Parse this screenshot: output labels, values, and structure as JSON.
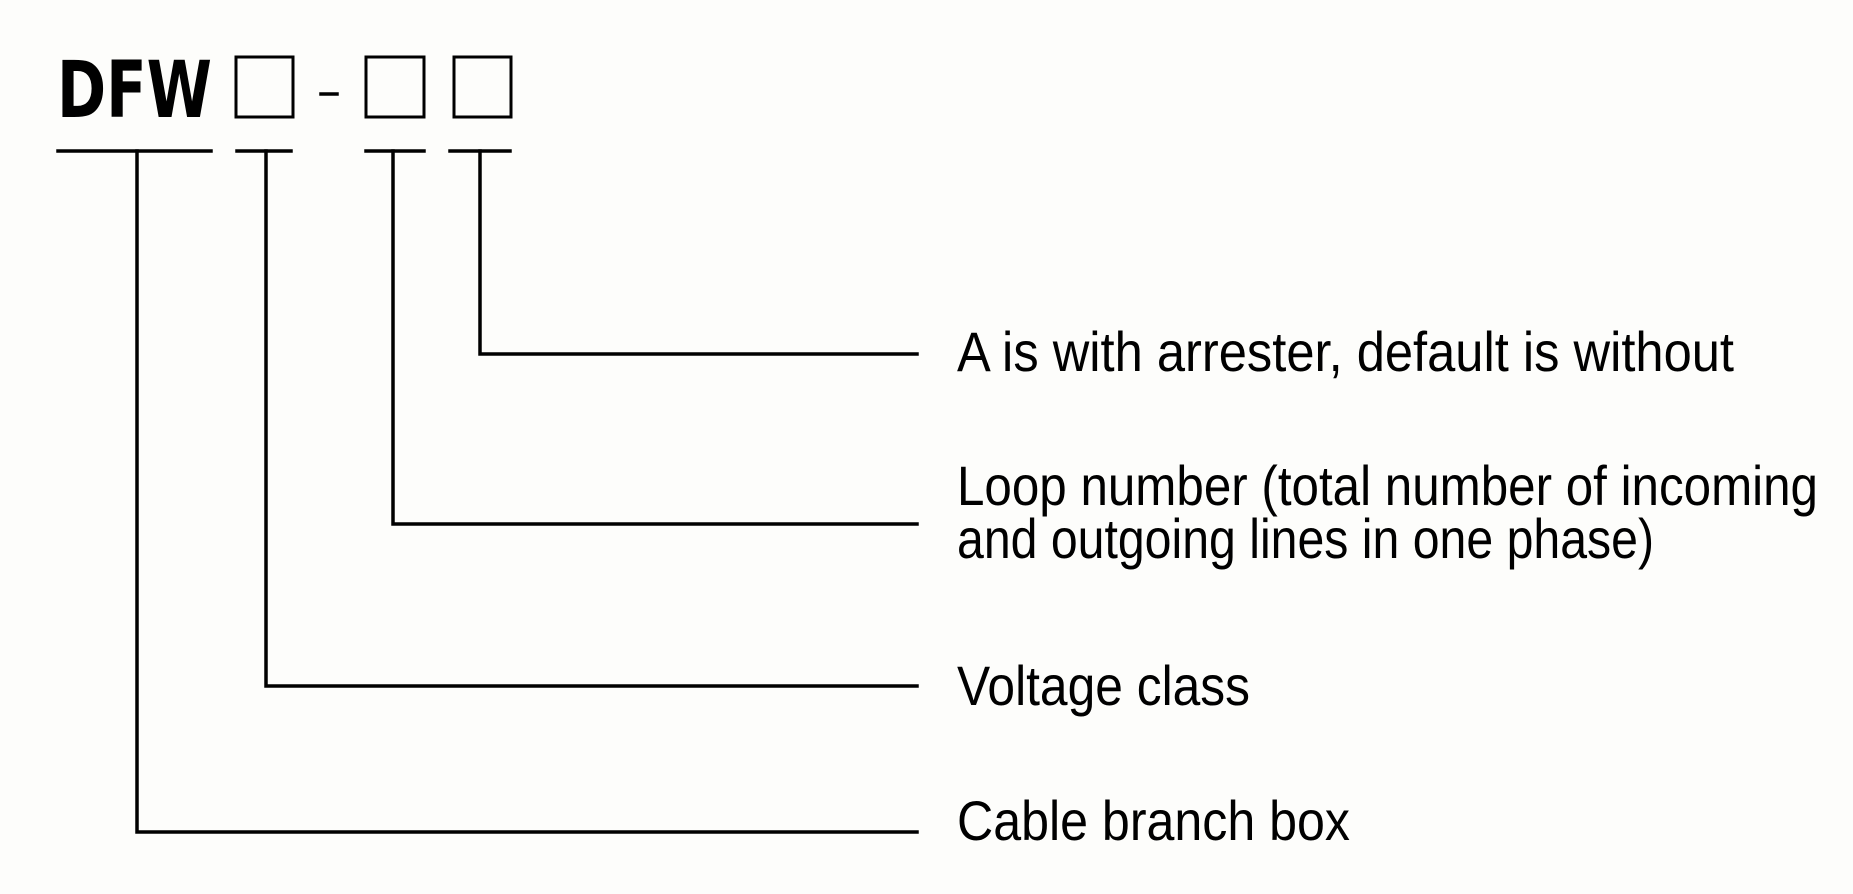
{
  "diagram": {
    "type": "model-code-breakdown",
    "code": {
      "prefix": "DFW",
      "separator": "-",
      "placeholder_icon": "empty-square",
      "segments": [
        "prefix",
        "placeholder-1",
        "separator",
        "placeholder-2",
        "placeholder-3"
      ]
    },
    "labels": [
      {
        "target": "placeholder-3",
        "lines": [
          "A is with arrester, default is without"
        ]
      },
      {
        "target": "placeholder-2",
        "lines": [
          "Loop number (total number of incoming",
          "and outgoing lines in one phase)"
        ]
      },
      {
        "target": "placeholder-1",
        "lines": [
          "Voltage class"
        ]
      },
      {
        "target": "prefix",
        "lines": [
          "Cable branch box"
        ]
      }
    ]
  }
}
